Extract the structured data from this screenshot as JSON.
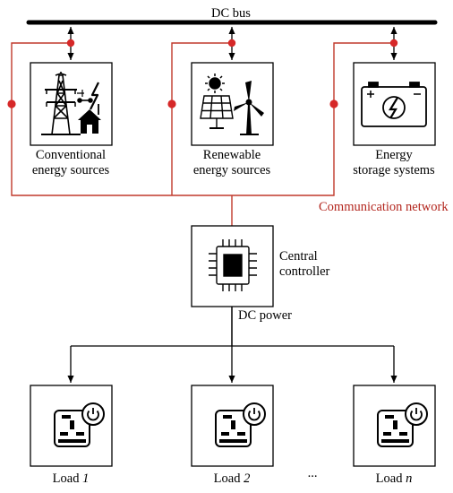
{
  "colors": {
    "communication": "#c0392b",
    "node": "#d62828",
    "bus": "#000000"
  },
  "labels": {
    "dc_bus": "DC bus",
    "conventional_l1": "Conventional",
    "conventional_l2": "energy sources",
    "renewable_l1": "Renewable",
    "renewable_l2": "energy sources",
    "storage_l1": "Energy",
    "storage_l2": "storage systems",
    "communication_network": "Communication network",
    "controller_l1": "Central",
    "controller_l2": "controller",
    "dc_power": "DC power",
    "load_prefix": "Load",
    "load1_index": "1",
    "load2_index": "2",
    "loadn_index": "n",
    "ellipsis": "..."
  },
  "icons": {
    "conventional": "power-tower-house-icon",
    "renewable": "solar-panel-wind-turbine-icon",
    "storage": "battery-bolt-icon",
    "controller": "cpu-chip-icon",
    "load": "power-socket-icon"
  }
}
